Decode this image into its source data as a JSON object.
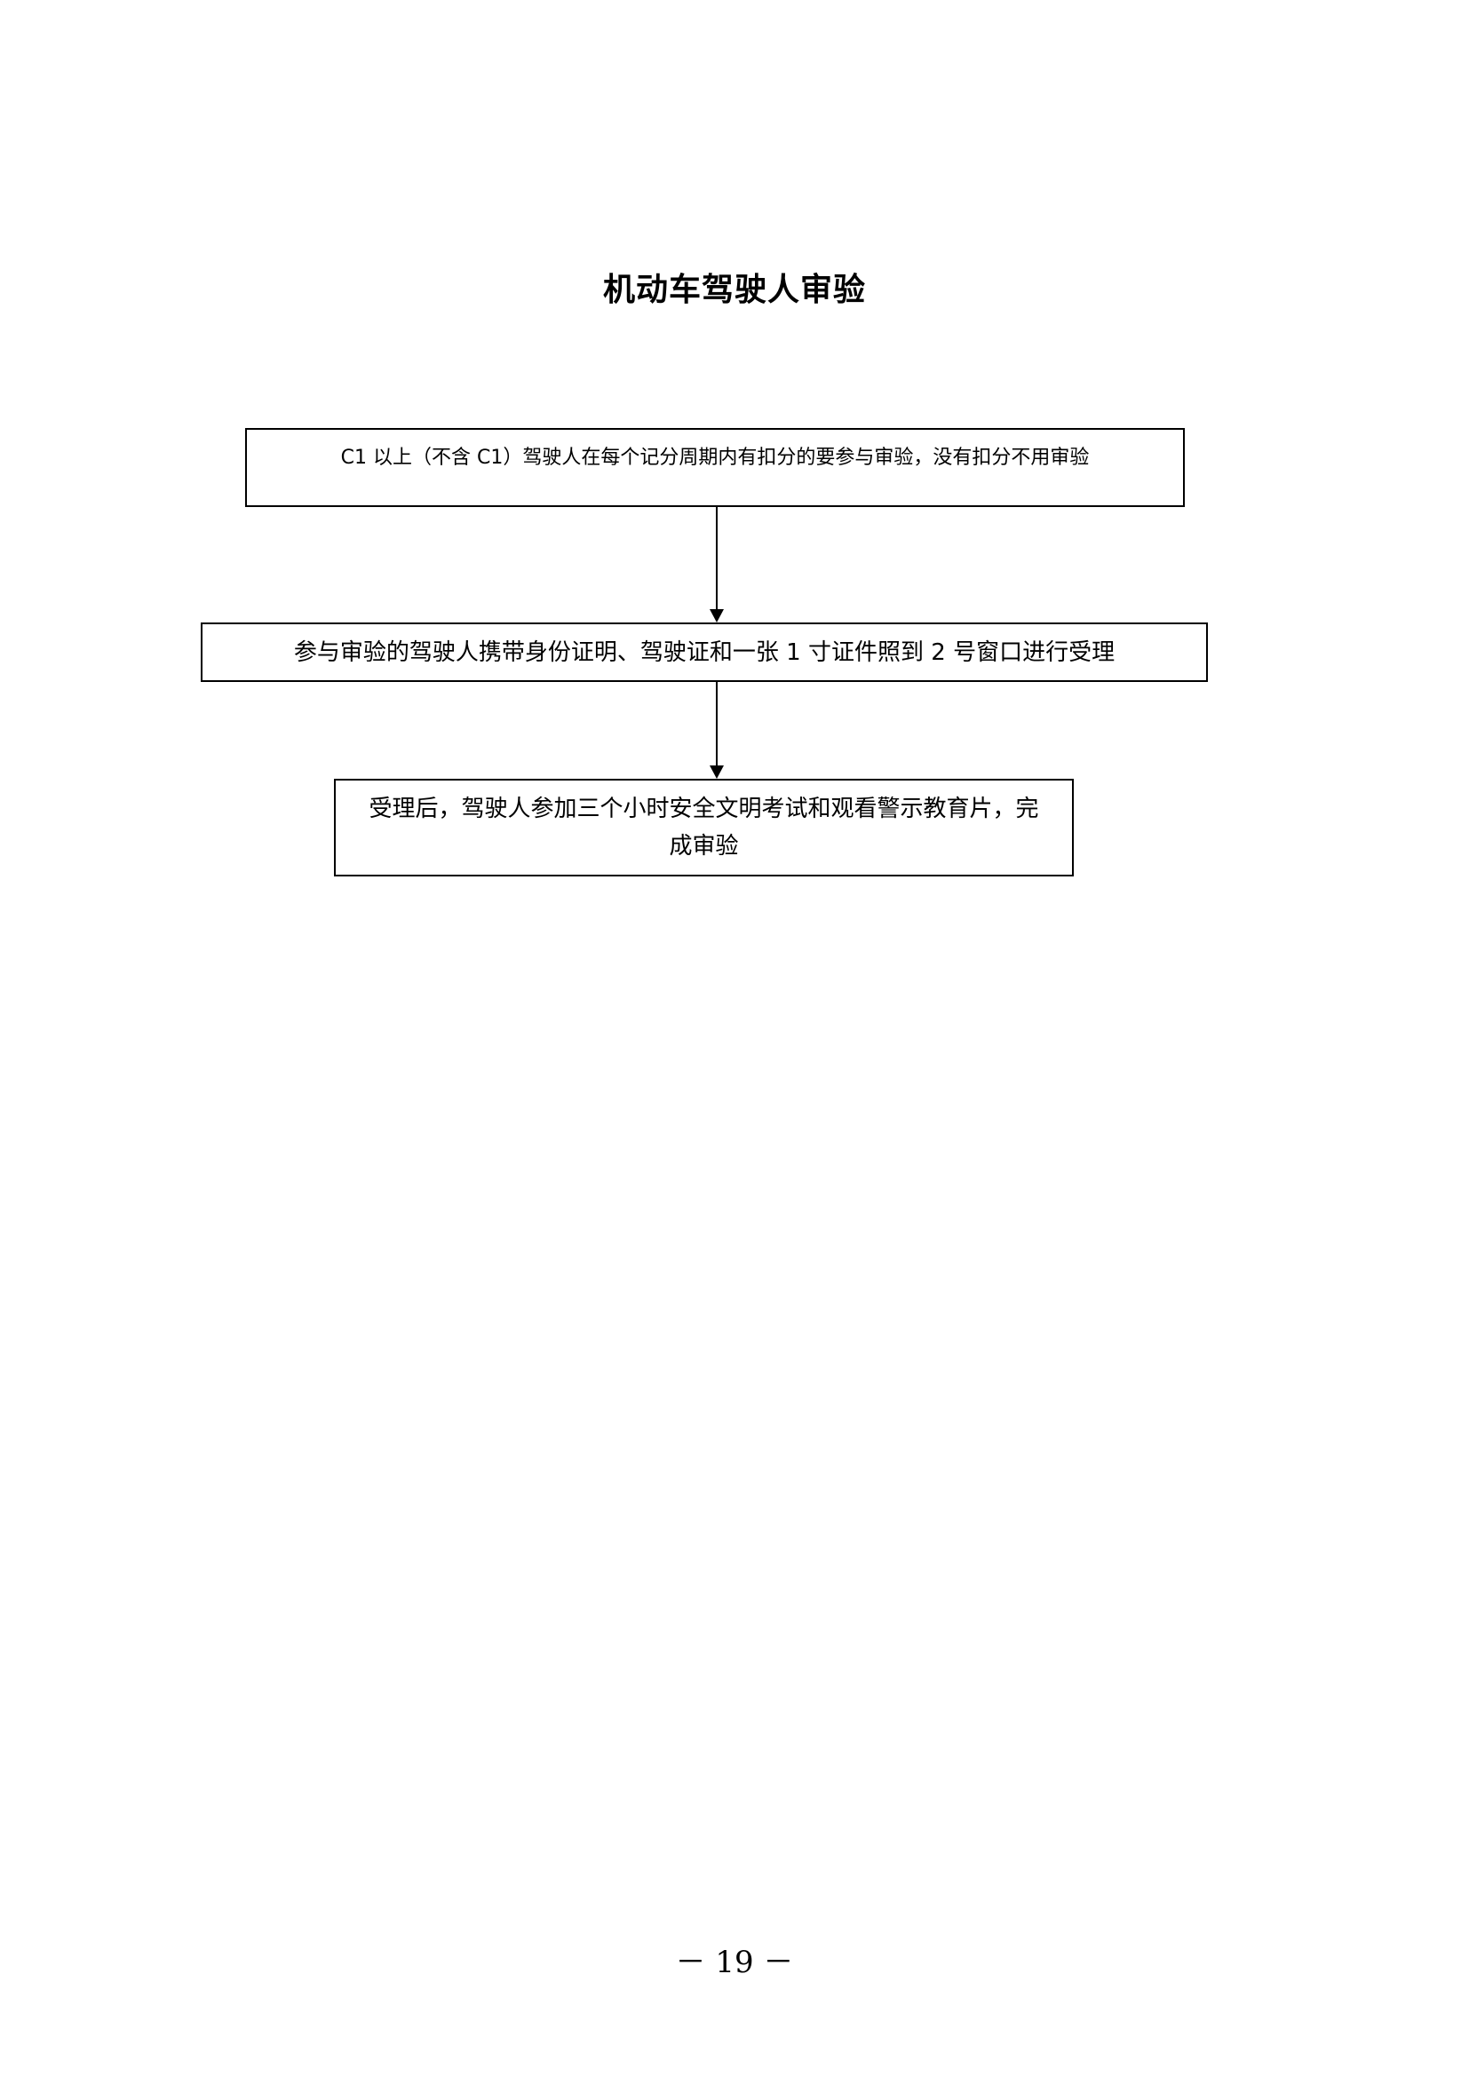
{
  "document": {
    "title": "机动车驾驶人审验",
    "page_number": "－ 19 －"
  },
  "flowchart": {
    "steps": [
      {
        "text": "C1 以上（不含 C1）驾驶人在每个记分周期内有扣分的要参与审验，没有扣分不用审验"
      },
      {
        "text": "参与审验的驾驶人携带身份证明、驾驶证和一张 1 寸证件照到 2 号窗口进行受理"
      },
      {
        "text": "受理后，驾驶人参加三个小时安全文明考试和观看警示教育片，完成审验"
      }
    ]
  },
  "colors": {
    "line": "#000000",
    "background": "#ffffff"
  }
}
